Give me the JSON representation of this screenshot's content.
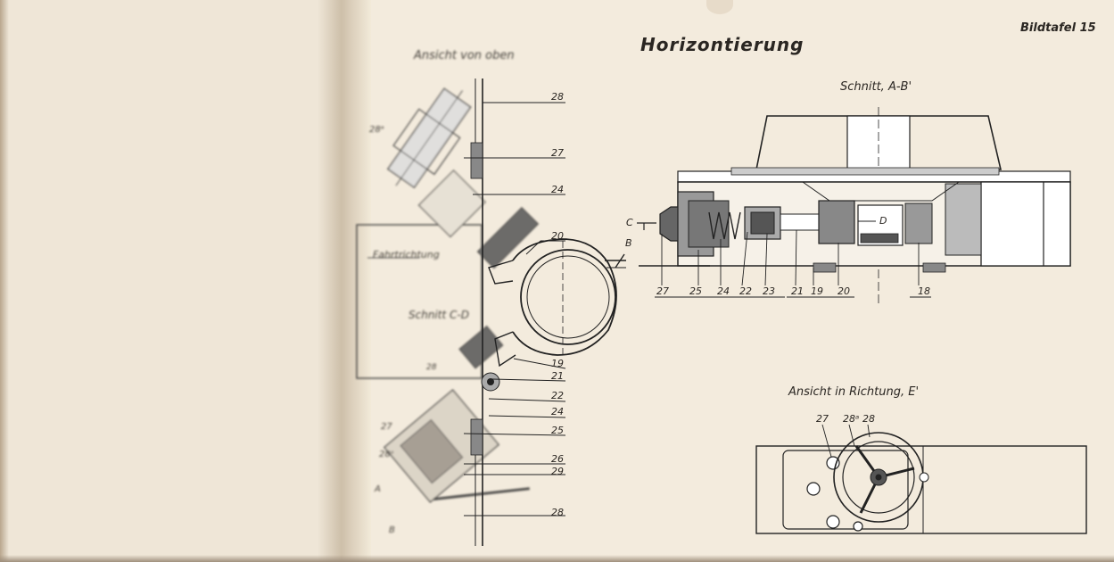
{
  "page": {
    "plate_number": "Bildtafel 15",
    "title": "Horizontierung"
  },
  "left_figure": {
    "view_top": "Ansicht von oben",
    "label_fahrtrichtung": "Fahrtrichtung",
    "label_schnitt_cd": "Schnitt C-D",
    "left_callouts": [
      "28ᵃ",
      "28",
      "27",
      "28ᵃ",
      "A",
      "B"
    ],
    "right_callouts": [
      "28",
      "27",
      "24",
      "20",
      "B",
      "19",
      "21",
      "22",
      "24",
      "25",
      "26",
      "29",
      "28"
    ]
  },
  "section_ab": {
    "title": "Schnitt, A-B'",
    "letters": [
      "C",
      "D"
    ],
    "callouts": [
      "27",
      "25",
      "24",
      "22",
      "23",
      "21",
      "19",
      "20",
      "18"
    ]
  },
  "view_e": {
    "title": "Ansicht in Richtung, E'",
    "callouts": [
      "27",
      "28ᵃ",
      "28"
    ]
  }
}
